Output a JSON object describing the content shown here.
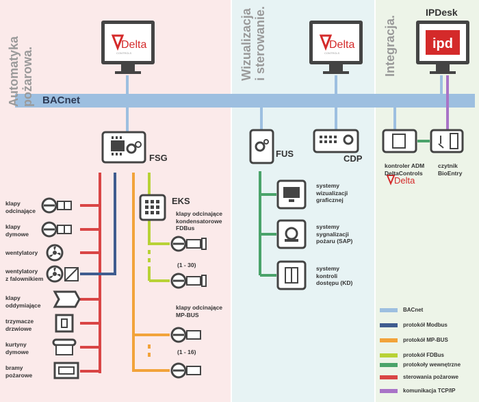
{
  "sections": {
    "fire": "Automatyka\npożarowa.",
    "visual": "Wizualizacja\ni sterowanie.",
    "integration": "Integracja."
  },
  "bus": {
    "label": "BACnet"
  },
  "monitors": {
    "delta_brand": "Delta",
    "delta_sub": "CONTROLS",
    "ipdesk_title": "IPDesk",
    "ipdesk_logo": "ipd"
  },
  "nodes": {
    "fsg": "FSG",
    "eks": "EKS",
    "fus": "FUS",
    "cdp": "CDP",
    "eks_desc": "klapy odcinające\nkondensatorowe\nFDBus",
    "range1": "(1 - 30)",
    "mpbus_desc": "klapy odcinające\nMP-BUS",
    "range2": "(1 - 16)",
    "adm": "kontroler ADM\nDeltaControls",
    "adm_logo": "Delta",
    "bioentry": "czytnik\nBioEntry"
  },
  "devices": [
    "klapy\nodcinające",
    "klapy\ndymowe",
    "wentylatory",
    "wentylatory\nz falownikiem",
    "klapy\noddymiające",
    "trzymacze\ndrzwiowe",
    "kurtyny\ndymowe",
    "bramy\npożarowe"
  ],
  "systems": [
    "systemy\nwizualizacji\ngraficznej",
    "systemy\nsygnalizacji\npożaru (SAP)",
    "systemy\nkontroli\ndostępu (KD)"
  ],
  "legend": [
    {
      "label": "BACnet",
      "color": "#9dbfe0"
    },
    {
      "label": "protokół Modbus",
      "color": "#3f5c8f"
    },
    {
      "label": "protokół MP-BUS",
      "color": "#f2a33a"
    },
    {
      "label": "protokół FDBus",
      "color": "#b8d236"
    },
    {
      "label": "protokoły wewnętrzne",
      "color": "#4aa36a"
    },
    {
      "label": "sterowania pożarowe",
      "color": "#d94545"
    },
    {
      "label": "komunikacja TCP/IP",
      "color": "#a973c7"
    }
  ],
  "colors": {
    "bg_fire": "#fbeaea",
    "bg_visual": "#e7f3f4",
    "bg_integration": "#edf4e8",
    "icon": "#444444",
    "brand_red": "#d42a2a"
  }
}
